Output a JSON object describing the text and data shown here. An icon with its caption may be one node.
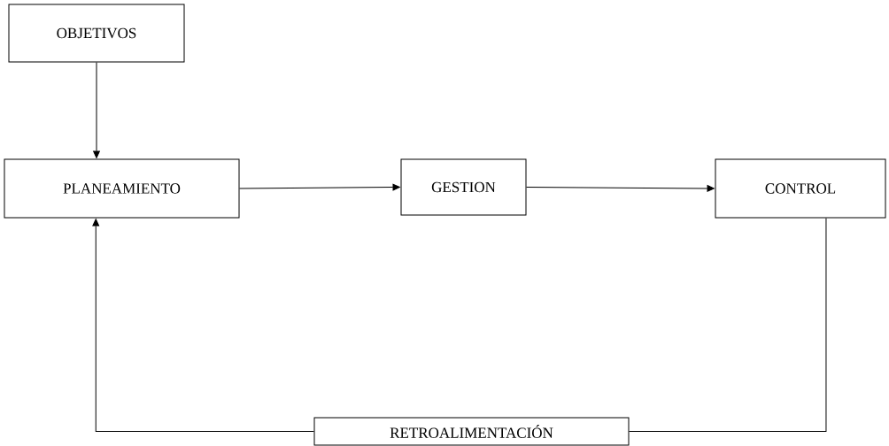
{
  "diagram": {
    "nodes": [
      {
        "text": [
          "OBJETIVOS"
        ]
      },
      {
        "text": [
          "PLANEAMIENTO"
        ]
      },
      {
        "text": [
          "GESTION"
        ]
      },
      {
        "text": [
          "CONTROL"
        ]
      },
      {
        "text": [
          "RETROALIMENTACIÓN"
        ]
      }
    ],
    "edges": [
      {
        "from": 0,
        "to": 1,
        "arrow": "to"
      },
      {
        "from": 1,
        "to": 2,
        "arrow": "to"
      },
      {
        "from": 2,
        "to": 3,
        "arrow": "to"
      },
      {
        "from": 3,
        "to": 4,
        "arrow": "none"
      },
      {
        "from": 4,
        "to": 1,
        "arrow": "to"
      }
    ]
  }
}
